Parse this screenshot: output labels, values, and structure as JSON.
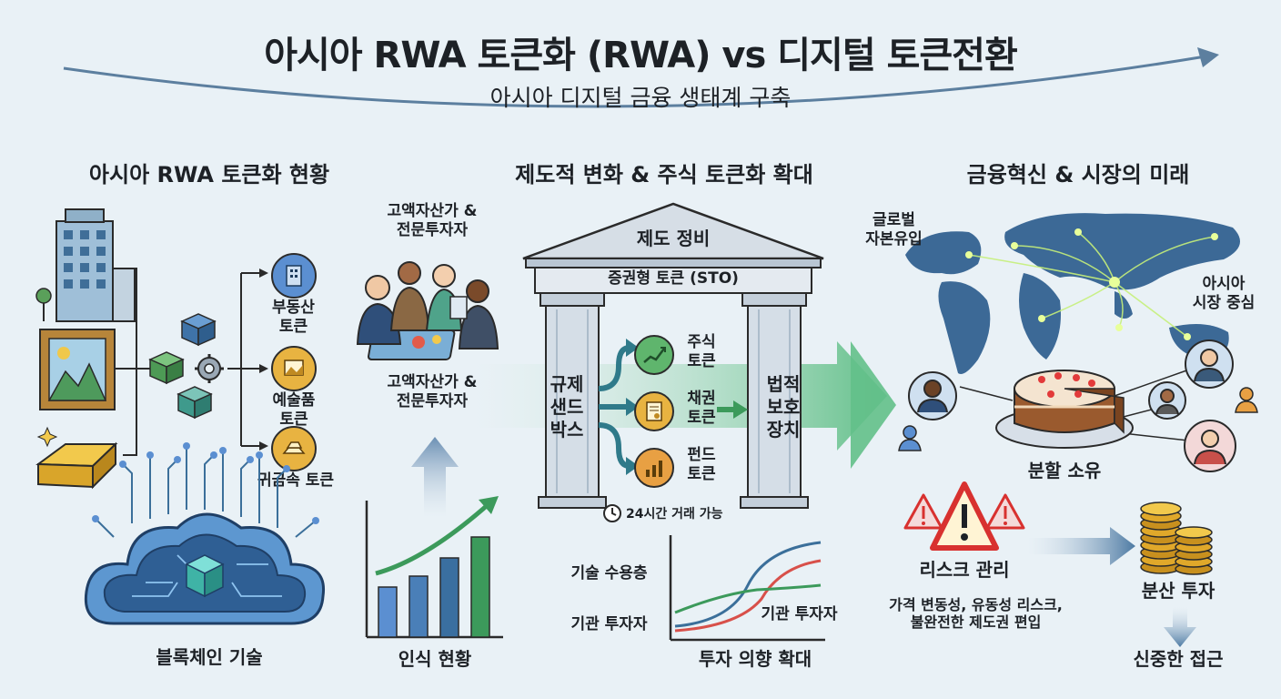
{
  "header": {
    "title": "아시아 RWA 토큰화 (RWA) vs 디지털 토큰전환",
    "subtitle": "아시아 디지털 금융 생태계 구축"
  },
  "left": {
    "title": "아시아 RWA 토큰화 현황",
    "tokens": [
      "부동산\n토큰",
      "예술품\n토큰",
      "귀금속 토큰"
    ],
    "blockchain_label": "블록체인 기술"
  },
  "middle": {
    "title": "제도적 변화 & 주식 토큰화 확대",
    "investors_label_top": "고액자산가 &\n전문투자자",
    "investors_label_bottom": "고액자산가 &\n전문투자자",
    "awareness_label": "인식 현황",
    "roof_label": "제도 정비",
    "beam_label": "증권형 토큰 (STO)",
    "left_pillar": "규제\n샌드\n박스",
    "right_pillar": "법적\n보호\n장치",
    "products": [
      "주식\n토큰",
      "채권\n토큰",
      "펀드\n토큰"
    ],
    "trading": "24시간 거래 가능",
    "adoption_label": "기술 수용층",
    "institution_label": "기관 투자자",
    "institution_curve_label": "기관 투자자",
    "expansion_label": "투자 의향 확대"
  },
  "right": {
    "title": "금융혁신 & 시장의 미래",
    "capital_label": "글로벌\n자본유입",
    "asia_label": "아시아\n시장 중심",
    "fractional_label": "분할 소유",
    "risk_label": "리스크 관리",
    "risk_desc": "가격 변동성, 유동성 리스크,\n불완전한 제도권 편입",
    "diversify_label": "분산 투자",
    "cautious_label": "신중한 접근"
  },
  "colors": {
    "accent_blue": "#3b6f9a",
    "accent_green": "#3c9a5b",
    "gold": "#e6b43c",
    "warning_red": "#d8312f"
  }
}
